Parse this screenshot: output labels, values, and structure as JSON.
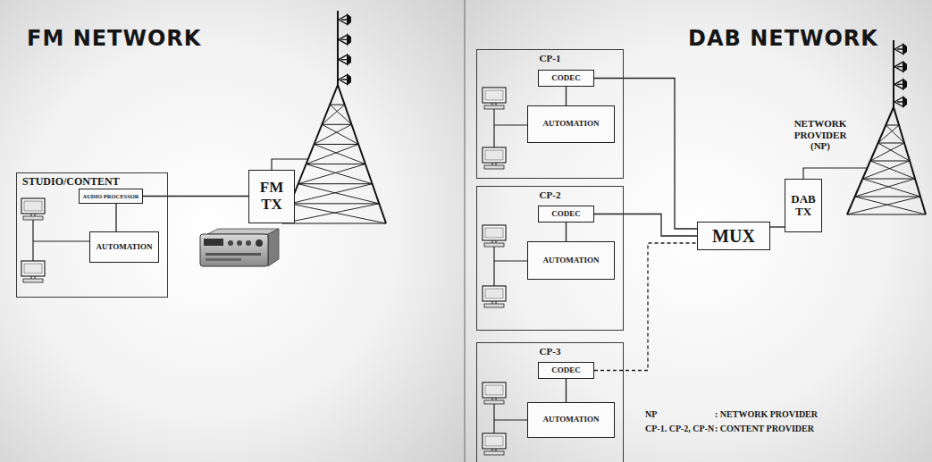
{
  "diagram": {
    "nodes": [
      {
        "text": [
          "STUDIO/CONTENT"
        ]
      },
      {
        "text": [
          "AUDIO PROCESSOR"
        ],
        "in": 0
      },
      {
        "text": [
          "AUTOMATION"
        ],
        "in": 0
      },
      {
        "text": [
          "FM TX"
        ]
      },
      {
        "text": [
          "CP-1"
        ]
      },
      {
        "text": [
          "CODEC"
        ],
        "in": 4
      },
      {
        "text": [
          "AUTOMATION"
        ],
        "in": 4
      },
      {
        "text": [
          "CP-2"
        ]
      },
      {
        "text": [
          "CODEC"
        ],
        "in": 7
      },
      {
        "text": [
          "AUTOMATION"
        ],
        "in": 7
      },
      {
        "text": [
          "CP-3"
        ]
      },
      {
        "text": [
          "CODEC"
        ],
        "in": 10
      },
      {
        "text": [
          "AUTOMATION"
        ],
        "in": 10
      },
      {
        "text": [
          "MUX"
        ]
      },
      {
        "text": [
          "DAB TX"
        ]
      }
    ],
    "edges": [
      {
        "from": 1,
        "to": 3,
        "arrow": "none"
      },
      {
        "from": 1,
        "to": 2,
        "arrow": "none"
      },
      {
        "from": 5,
        "to": 6,
        "arrow": "none"
      },
      {
        "from": 5,
        "to": 13,
        "arrow": "none"
      },
      {
        "from": 8,
        "to": 9,
        "arrow": "none"
      },
      {
        "from": 8,
        "to": 13,
        "arrow": "none"
      },
      {
        "from": 11,
        "to": 12,
        "arrow": "none"
      },
      {
        "from": 11,
        "to": 13,
        "arrow": "none"
      },
      {
        "from": 13,
        "to": 14,
        "arrow": "none"
      }
    ],
    "labels": [
      "FM NETWORK",
      "DAB NETWORK",
      "NETWORK PROVIDER (NP)",
      "NP",
      ": NETWORK PROVIDER",
      "CP-1. CP-2, CP-N",
      ": CONTENT PROVIDER"
    ]
  }
}
